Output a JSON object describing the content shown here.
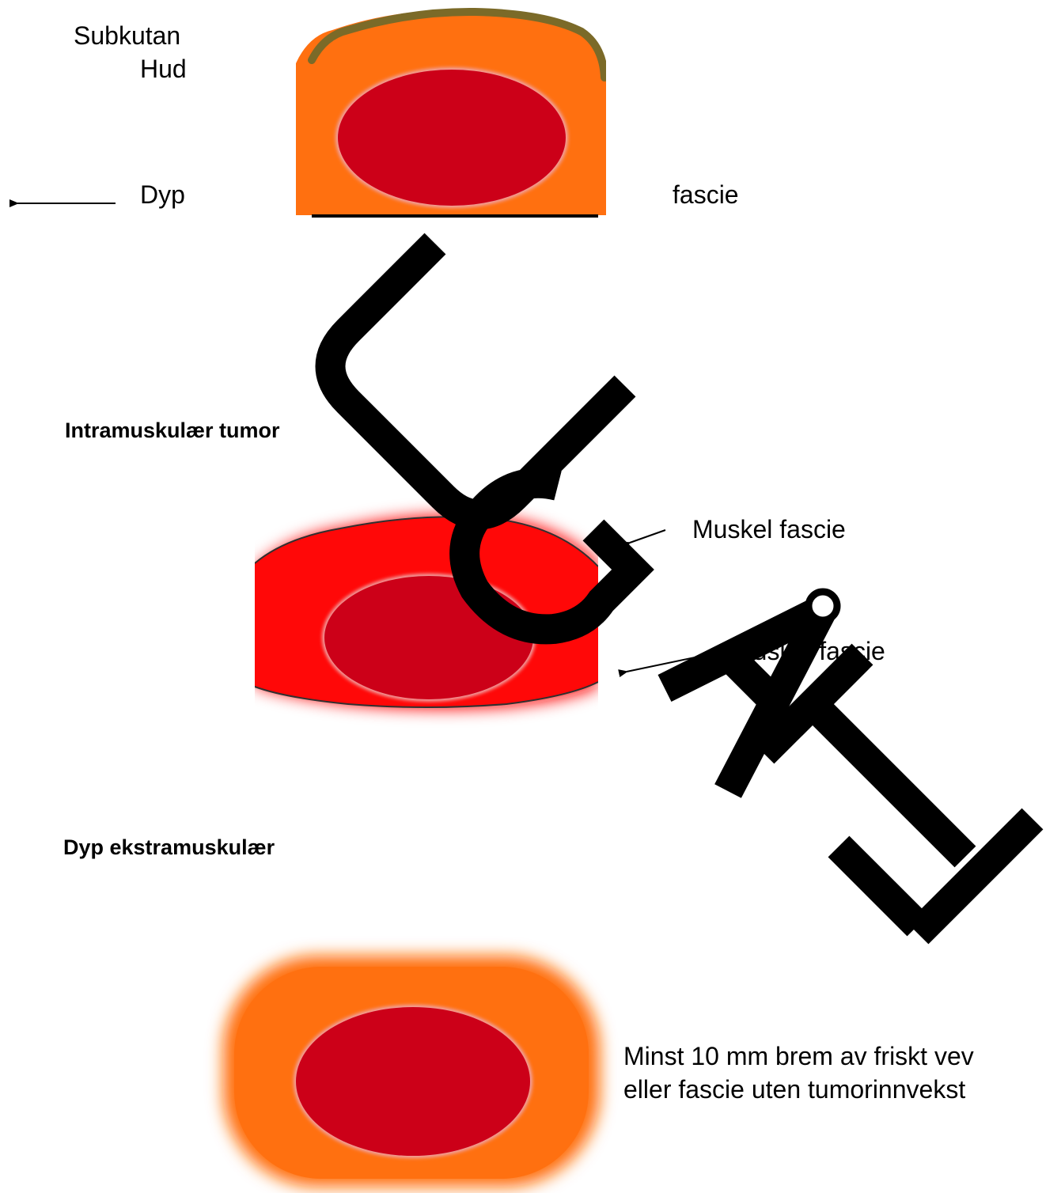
{
  "diagram1": {
    "label_subkutan": "Subkutan",
    "label_hud": "Hud",
    "label_dyp": "Dyp",
    "label_fascie": "fascie"
  },
  "diagram2": {
    "title": "Intramuskulær tumor",
    "label_top": "Muskel fascie",
    "label_bottom": "Muskel fascie"
  },
  "diagram3": {
    "title": "Dyp ekstramuskulær",
    "note_line1": "Minst 10 mm brem av friskt vev",
    "note_line2": "eller fascie uten tumorinnvekst"
  },
  "watermark": {
    "text": "UTGATT"
  },
  "colors": {
    "tumor": "#cc0018",
    "fat": "#ff7010",
    "muscle": "#ff0808",
    "skin": "#7b6a28",
    "fascia_line": "#000000",
    "watermark": "#000000"
  }
}
